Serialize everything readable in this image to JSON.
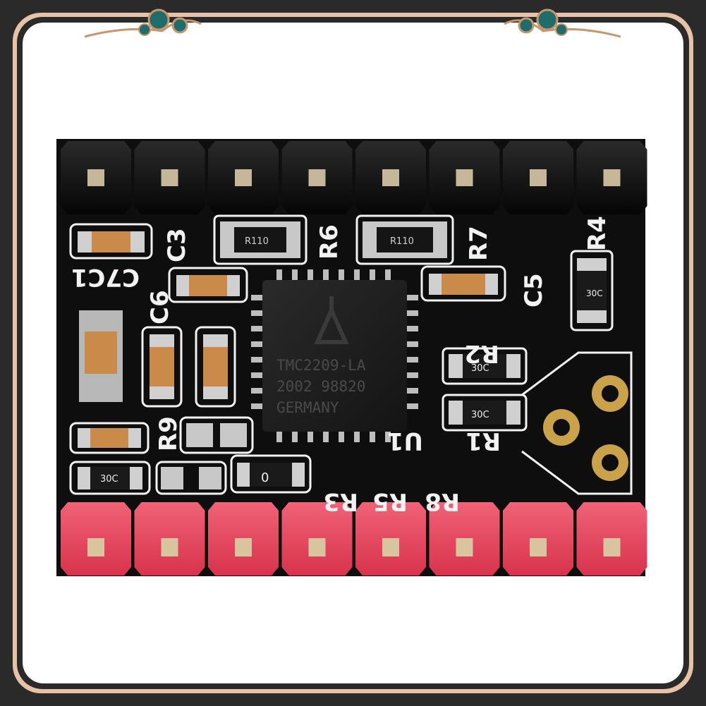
{
  "image": {
    "subject": "stepper-motor-driver-module",
    "background_color": "#ffffff",
    "frame_color": "#c8956c",
    "board_color": "#0d0d0d",
    "pin_header_top_color": "#111111",
    "pin_header_bottom_color": "#e8435a",
    "silkscreen_color": "#f2f2f2",
    "pad_color": "#c9a24a"
  },
  "chip": {
    "lines": [
      "TMC2209-LA",
      "2002 98820",
      "GERMANY"
    ]
  },
  "silkscreen": {
    "c3": "C3",
    "r6": "R6",
    "r7": "R7",
    "r4": "R4",
    "c7c1": "C7C1",
    "c6": "C6",
    "c5": "C5",
    "r2": "R2",
    "r9": "R9",
    "u1": "U1",
    "r1": "R1",
    "r3": "R3",
    "r5": "R5",
    "r8": "R8"
  },
  "resistor_codes": {
    "r110_a": "R110",
    "r110_b": "R110",
    "c30_a": "30C",
    "c30_b": "30C",
    "c30_c": "30C",
    "c30_d": "30C",
    "zero": "0"
  }
}
